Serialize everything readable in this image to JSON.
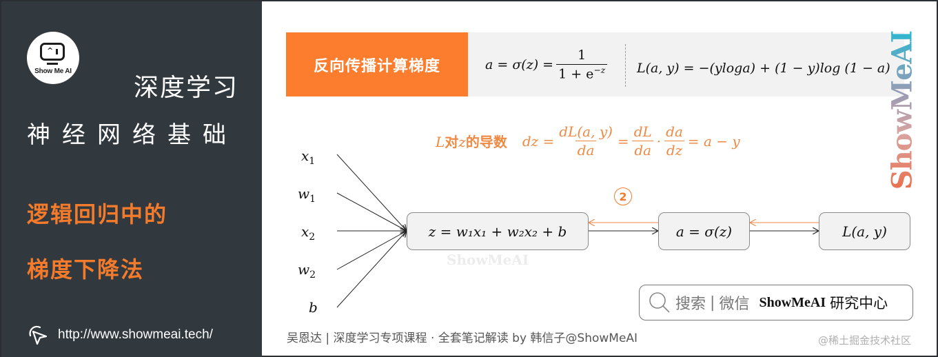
{
  "sidebar": {
    "logo_text": "Show Me AI",
    "title_line1": "深度学习",
    "title_line2": "神经网络基础",
    "subtitle_line1": "逻辑回归中的",
    "subtitle_line2": "梯度下降法",
    "url": "http://www.showmeai.tech/",
    "link_icon": "cursor-click-icon"
  },
  "header": {
    "label": "反向传播计算梯度",
    "sigmoid": {
      "lhs": "a = σ(z) =",
      "numerator": "1",
      "denominator": "1 + e",
      "exp": "−z"
    },
    "loss": "L(a, y) = −(yloga) + (1 − y)log (1 − a)"
  },
  "watermark": {
    "vertical": "ShowMeAI",
    "center": "ShowMeAI"
  },
  "derivative": {
    "label_L": "L",
    "label_mid": "对",
    "label_z": "z",
    "label_end": "的导数",
    "lhs": "dz =",
    "f1_num": "dL(a, y)",
    "f1_den": "da",
    "eq": "=",
    "f2_num": "dL",
    "f2_den": "da",
    "dot": "·",
    "f3_num": "da",
    "f3_den": "dz",
    "rhs": "= a − y"
  },
  "inputs": [
    {
      "base": "x",
      "sub": "1"
    },
    {
      "base": "w",
      "sub": "1"
    },
    {
      "base": "x",
      "sub": "2"
    },
    {
      "base": "w",
      "sub": "2"
    },
    {
      "base": "b",
      "sub": ""
    }
  ],
  "nodes": {
    "linear": "z = w₁x₁ + w₂x₂ + b",
    "activation": "a = σ(z)",
    "loss": "L(a, y)"
  },
  "step_marker": "2",
  "search_box": {
    "icon": "search-icon",
    "text1": "搜索",
    "separator": "|",
    "text2": "微信",
    "brand": "ShowMeAI",
    "brand_suffix": "研究中心"
  },
  "footer": {
    "credit": "吴恩达 | 深度学习专项课程 · 全套笔记解读  by 韩信子@ShowMeAI",
    "source": "@稀土掘金技术社区"
  },
  "colors": {
    "sidebar_bg": "#31383e",
    "accent_orange": "#fb7d2d",
    "formula_orange": "#ef8a45",
    "header_gray": "#f2f2f2",
    "node_gray": "#f2f2f2"
  }
}
